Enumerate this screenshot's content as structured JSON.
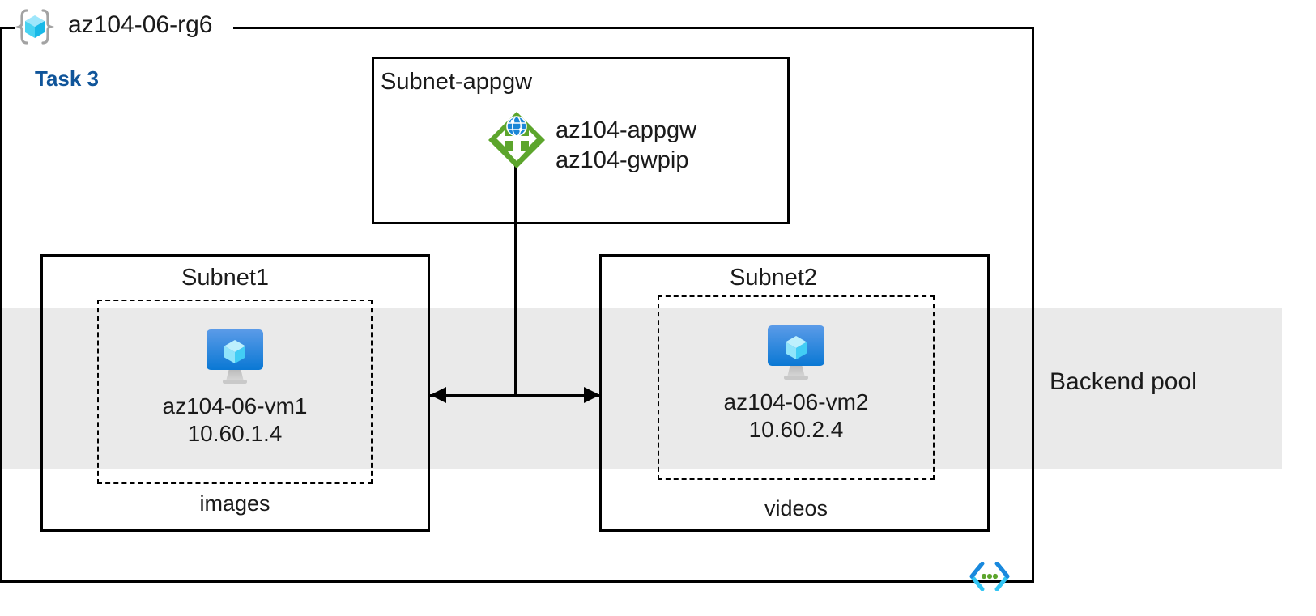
{
  "diagram": {
    "title": "az104-06-rg6",
    "task_label": "Task 3",
    "resource_group_icon": "resource-group-icon",
    "vnet_glyph_icon": "vnet-code-brackets-icon"
  },
  "backend_pool": {
    "label": "Backend pool",
    "band_color": "#eaeaea"
  },
  "subnets": [
    {
      "id": "appgw",
      "name": "Subnet-appgw",
      "resources": {
        "icon": "application-gateway-icon",
        "icon_color": "#5ca52c",
        "line1": "az104-appgw",
        "line2": "az104-gwpip"
      }
    },
    {
      "id": "subnet1",
      "name": "Subnet1",
      "vm": {
        "icon": "virtual-machine-icon",
        "name": "az104-06-vm1",
        "ip": "10.60.1.4"
      },
      "storage_label": "images"
    },
    {
      "id": "subnet2",
      "name": "Subnet2",
      "vm": {
        "icon": "virtual-machine-icon",
        "name": "az104-06-vm2",
        "ip": "10.60.2.4"
      },
      "storage_label": "videos"
    }
  ],
  "colors": {
    "task_accent": "#10559a",
    "stroke": "#000000",
    "vm_blue_top": "#5b9be8",
    "vm_blue_bottom": "#0a78d4",
    "cube_cyan": "#60d7f5",
    "gateway_green": "#5ca52c",
    "glyph_blue": "#1a88dd",
    "glyph_cyan": "#32c5f4",
    "glyph_green": "#5ca52c"
  }
}
